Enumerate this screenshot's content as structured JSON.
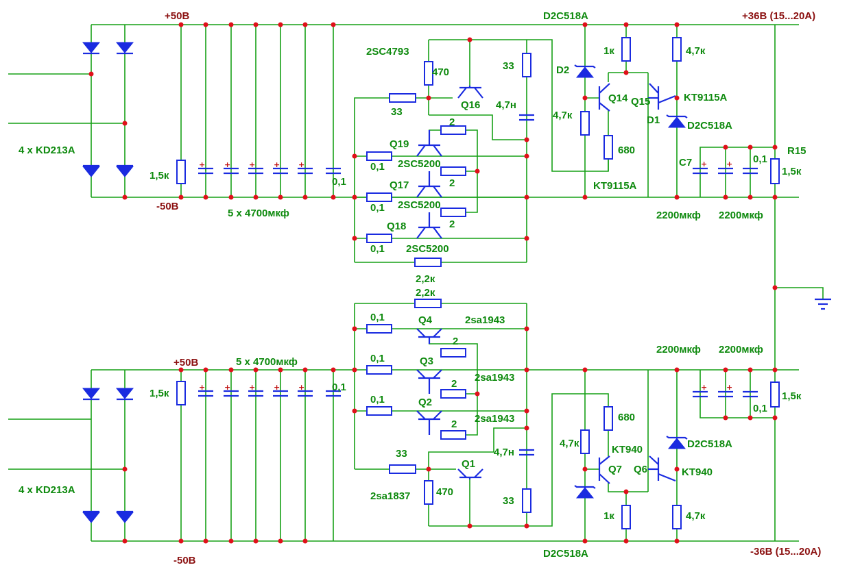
{
  "labels": {
    "plus50_top": "+50В",
    "minus50_top": "-50В",
    "plus50_bot": "+50В",
    "minus50_bot": "-50В",
    "plus36": "+36В (15...20А)",
    "minus36": "-36В (15...20А)",
    "bridge_top": "4 x KD213A",
    "bridge_bot": "4 x KD213A",
    "caps_top": "5 x 4700мкф",
    "caps_bot": "5 x 4700мкф",
    "r_bleed_top": "1,5к",
    "r_bleed_bot": "1,5к",
    "c01_top": "0,1",
    "c01_bot": "0,1",
    "d2c_top": "D2C518A",
    "d2c_bot": "D2C518A",
    "q16_type": "2SC4793",
    "r470_top": "470",
    "r33_top_base": "33",
    "q16": "Q16",
    "r33_top_v": "33",
    "c47n_top": "4,7н",
    "q19": "Q19",
    "q19_type": "2SC5200",
    "q17": "Q17",
    "q17_type": "2SC5200",
    "q18": "Q18",
    "q18_type": "2SC5200",
    "r01_a": "0,1",
    "r01_b": "0,1",
    "r01_c": "0,1",
    "r2_a": "2",
    "r2_b": "2",
    "r2_c": "2",
    "r22k_top": "2,2к",
    "r22k_bot": "2,2к",
    "d2": "D2",
    "r1k_top": "1к",
    "r47k_top_a": "4,7к",
    "r47k_top_b": "4,7к",
    "r680_top": "680",
    "q14": "Q14",
    "q15": "Q15",
    "kt9115_a": "KT9115A",
    "kt9115_b": "KT9115A",
    "d1": "D1",
    "d2c_d1": "D2C518A",
    "r15": "R15",
    "r15_val": "1,5к",
    "c7": "C7",
    "c01_out_top": "0,1",
    "cap2200_a": "2200мкф",
    "cap2200_b": "2200мкф",
    "q4": "Q4",
    "q4_type": "2sa1943",
    "q3": "Q3",
    "q3_type": "2sa1943",
    "q2": "Q2",
    "q2_type": "2sa1943",
    "r01_d": "0,1",
    "r01_e": "0,1",
    "r01_f": "0,1",
    "r2_d": "2",
    "r2_e": "2",
    "r2_f": "2",
    "r33_bot_base": "33",
    "q1": "Q1",
    "q1_type": "2sa1837",
    "r470_bot": "470",
    "c47n_bot": "4,7н",
    "r33_bot_v": "33",
    "cap2200_c": "2200мкф",
    "cap2200_d": "2200мкф",
    "r15_bot": "1,5к",
    "c01_out_bot": "0,1",
    "r680_bot": "680",
    "r47k_bot_a": "4,7к",
    "r47k_bot_b": "4,7к",
    "kt940_a": "KT940",
    "kt940_b": "KT940",
    "q7": "Q7",
    "q6": "Q6",
    "r1k_bot": "1к",
    "d2c_bot_right": "D2C518A"
  },
  "colors": {
    "wire": "#16a016",
    "component": "#1a2be0",
    "node": "#e0101a",
    "text": "#0e8a0e",
    "rail_text": "#8b1010"
  }
}
